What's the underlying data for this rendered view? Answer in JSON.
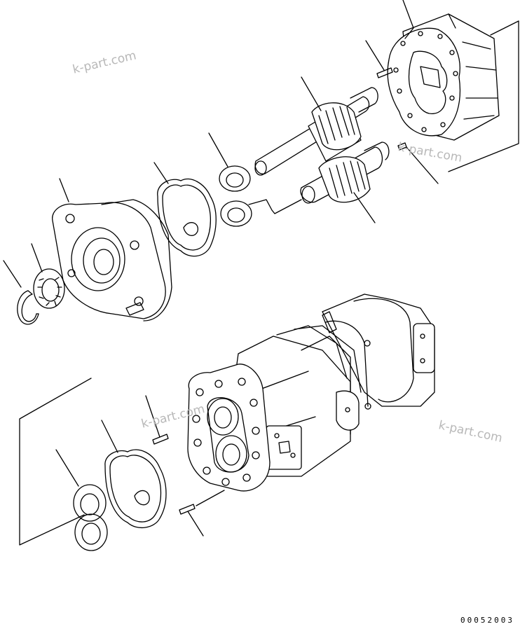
{
  "diagram": {
    "type": "exploded-parts-view",
    "line_color": "#000000",
    "background": "#ffffff"
  },
  "watermarks": {
    "top_left": "k-part.com",
    "top_right": "k-part.com",
    "middle_left": "k-part.com",
    "middle_right": "k-part.com",
    "color": "#b8b8b8"
  },
  "figure_code": "00052003"
}
